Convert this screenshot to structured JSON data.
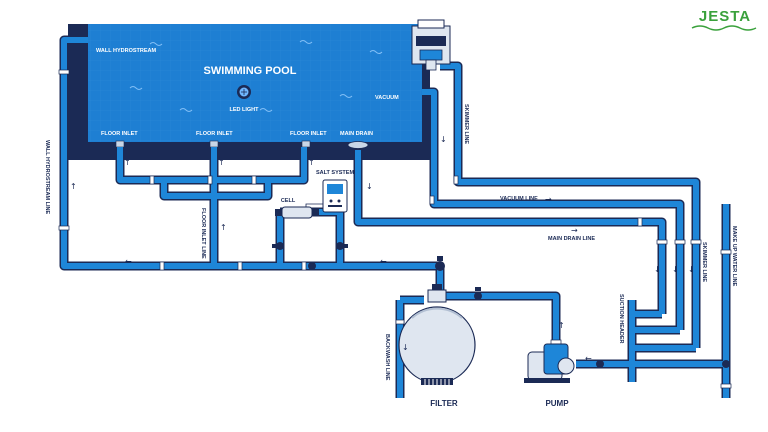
{
  "brand": {
    "logo_text": "JESTA",
    "color": "#3aa13c"
  },
  "colors": {
    "pool": "#1e7fd3",
    "pool_border": "#1b2a55",
    "pipe": "#1e86d8",
    "pipe_outline": "#1b2a55",
    "equipment": "#dfe6f0"
  },
  "pool": {
    "title": "SWIMMING POOL",
    "led_light": "LED LIGHT",
    "wall_hydrostream": "WALL HYDROSTREAM",
    "vacuum": "VACUUM",
    "floor_inlet_1": "FLOOR INLET",
    "floor_inlet_2": "FLOOR INLET",
    "floor_inlet_3": "FLOOR INLET",
    "main_drain": "MAIN DRAIN"
  },
  "lines": {
    "wall_hydrostream_line": "WALL HYDROSTREAM LINE",
    "floor_inlet_line": "FLOOR INLET LINE",
    "skimmer_line_top": "SKIMMER LINE",
    "vacuum_line": "VACUUM LINE",
    "main_drain_line": "MAIN DRAIN LINE",
    "skimmer_line_right": "SKIMMER LINE",
    "make_up_water_line": "MAKE UP WATER LINE",
    "suction_header": "SUCTION HEADER",
    "backwash_line": "BACKWASH LINE"
  },
  "equipment": {
    "salt_system": "SALT SYSTEM",
    "cell": "CELL",
    "filter": "FILTER",
    "pump": "PUMP"
  }
}
